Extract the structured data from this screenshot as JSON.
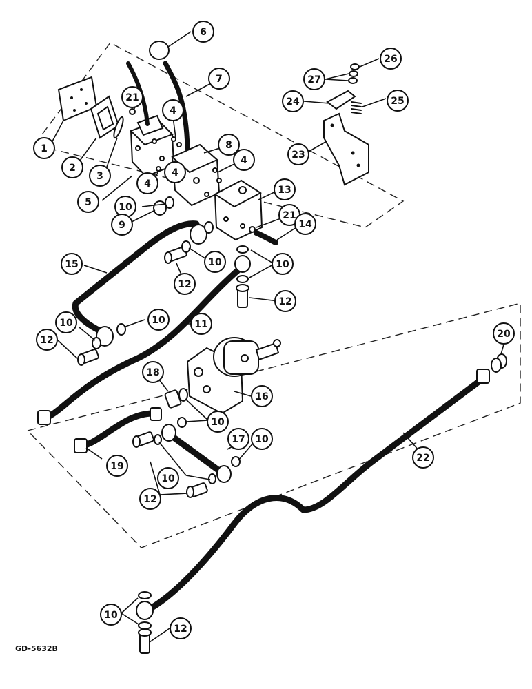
{
  "reference_code": "GD-5632B",
  "callouts": [
    {
      "label": "1"
    },
    {
      "label": "2"
    },
    {
      "label": "3"
    },
    {
      "label": "21"
    },
    {
      "label": "4"
    },
    {
      "label": "6"
    },
    {
      "label": "7"
    },
    {
      "label": "4"
    },
    {
      "label": "8"
    },
    {
      "label": "4"
    },
    {
      "label": "5"
    },
    {
      "label": "4"
    },
    {
      "label": "10"
    },
    {
      "label": "9"
    },
    {
      "label": "13"
    },
    {
      "label": "21"
    },
    {
      "label": "14"
    },
    {
      "label": "15"
    },
    {
      "label": "10"
    },
    {
      "label": "12"
    },
    {
      "label": "10"
    },
    {
      "label": "12"
    },
    {
      "label": "10"
    },
    {
      "label": "11"
    },
    {
      "label": "10"
    },
    {
      "label": "12"
    },
    {
      "label": "18"
    },
    {
      "label": "16"
    },
    {
      "label": "10"
    },
    {
      "label": "17"
    },
    {
      "label": "10"
    },
    {
      "label": "19"
    },
    {
      "label": "10"
    },
    {
      "label": "12"
    },
    {
      "label": "20"
    },
    {
      "label": "22"
    },
    {
      "label": "26"
    },
    {
      "label": "27"
    },
    {
      "label": "24"
    },
    {
      "label": "25"
    },
    {
      "label": "23"
    },
    {
      "label": "10"
    },
    {
      "label": "12"
    }
  ]
}
